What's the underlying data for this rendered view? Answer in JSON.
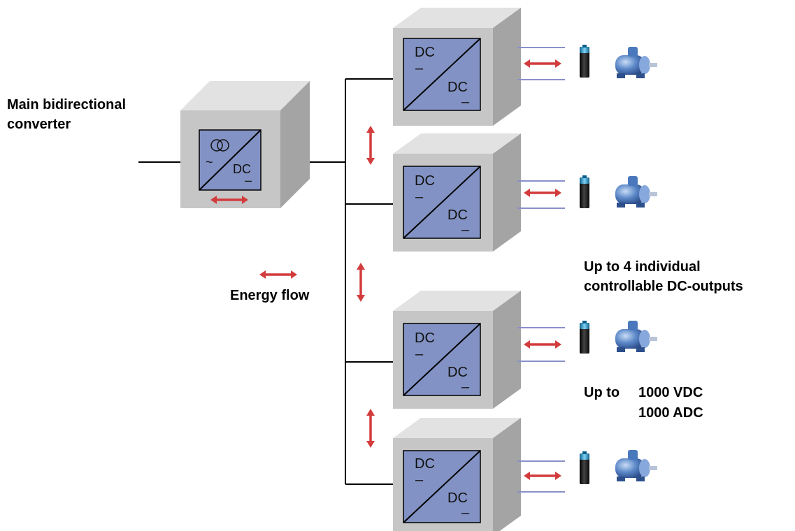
{
  "labels": {
    "main_converter_line1": "Main bidirectional",
    "main_converter_line2": "converter",
    "energy_flow": "Energy flow",
    "outputs_line1": "Up to 4 individual",
    "outputs_line2": "controllable DC-outputs",
    "upto_prefix": "Up to",
    "voltage": "1000 VDC",
    "current": "1000 ADC"
  },
  "main_converter": {
    "ac_symbol": "~",
    "dc_label": "DC",
    "dc_symbol": "–"
  },
  "dc_converters": [
    {
      "in_label": "DC",
      "in_symbol": "–",
      "out_label": "DC",
      "out_symbol": "–"
    },
    {
      "in_label": "DC",
      "in_symbol": "–",
      "out_label": "DC",
      "out_symbol": "–"
    },
    {
      "in_label": "DC",
      "in_symbol": "–",
      "out_label": "DC",
      "out_symbol": "–"
    },
    {
      "in_label": "DC",
      "in_symbol": "–",
      "out_label": "DC",
      "out_symbol": "–"
    }
  ],
  "colors": {
    "arrow": "#d23c3c",
    "box_face": "#c8c8c8",
    "box_top": "#dedede",
    "box_side": "#a6a6a6",
    "panel": "#8090c0",
    "lines": "#8a90c8",
    "battery": "#1a1a1a",
    "battery_cap": "#2fa8d8",
    "motor": "#3a68b0"
  }
}
